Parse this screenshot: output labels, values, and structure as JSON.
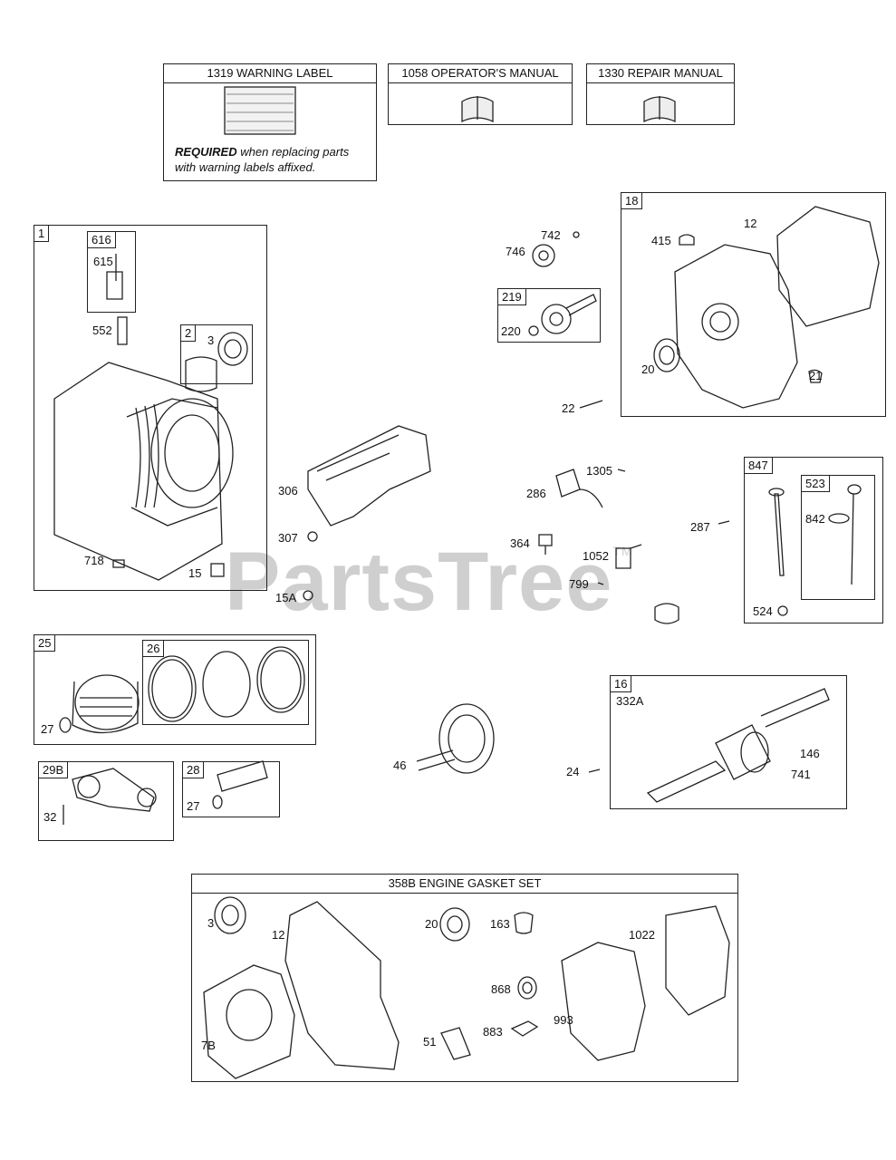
{
  "watermark": "PartsTree",
  "watermark_tm": "TM",
  "top_boxes": {
    "warning_label": "1319 WARNING LABEL",
    "warning_req_bold": "REQUIRED",
    "warning_req_text": "when replacing parts",
    "warning_req_text2": "with warning labels affixed.",
    "operators_manual": "1058 OPERATOR'S MANUAL",
    "repair_manual": "1330 REPAIR MANUAL"
  },
  "boxes": {
    "b1": "1",
    "b616": "616",
    "b2": "2",
    "b219": "219",
    "b18": "18",
    "b847": "847",
    "b523": "523",
    "b25": "25",
    "b26": "26",
    "b29b": "29B",
    "b28": "28",
    "b16": "16",
    "gasket_set": "358B ENGINE GASKET SET"
  },
  "labels": {
    "l615": "615",
    "l552": "552",
    "l3a": "3",
    "l718": "718",
    "l15": "15",
    "l742": "742",
    "l746": "746",
    "l220": "220",
    "l415": "415",
    "l12a": "12",
    "l20a": "20",
    "l21": "21",
    "l22": "22",
    "l306": "306",
    "l307": "307",
    "l15a": "15A",
    "l1305": "1305",
    "l286": "286",
    "l364": "364",
    "l1052": "1052",
    "l799": "799",
    "l287": "287",
    "l842": "842",
    "l524": "524",
    "l27a": "27",
    "l46": "46",
    "l332a": "332A",
    "l146": "146",
    "l741": "741",
    "l24": "24",
    "l32": "32",
    "l27b": "27",
    "l3b": "3",
    "l12b": "12",
    "l20b": "20",
    "l163": "163",
    "l1022": "1022",
    "l868": "868",
    "l883": "883",
    "l993": "993",
    "l51": "51",
    "l7b": "7B"
  }
}
